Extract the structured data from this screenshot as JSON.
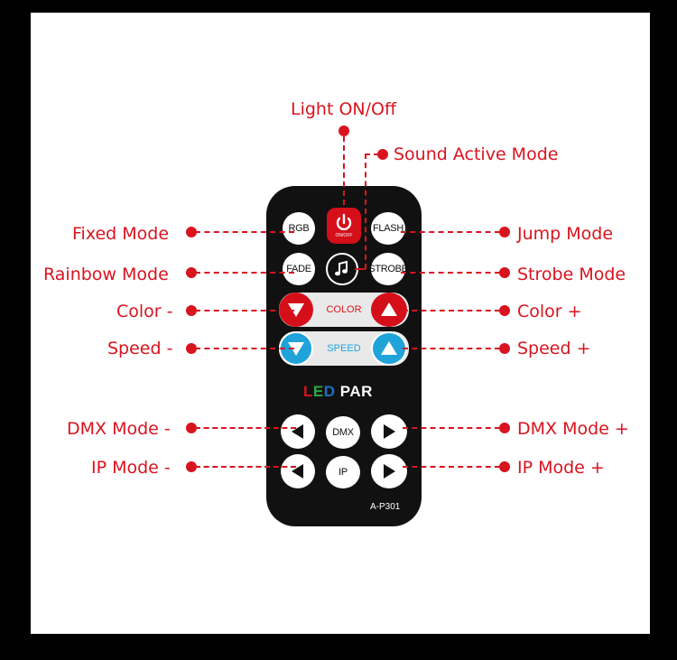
{
  "callouts": {
    "power": "Light ON/Off",
    "sound": "Sound Active Mode",
    "fixed": "Fixed Mode",
    "jump": "Jump Mode",
    "rainbow": "Rainbow Mode",
    "strobe": "Strobe Mode",
    "color_minus": "Color -",
    "color_plus": "Color +",
    "speed_minus": "Speed -",
    "speed_plus": "Speed +",
    "dmx_minus": "DMX Mode -",
    "dmx_plus": "DMX Mode +",
    "ip_minus": "IP Mode -",
    "ip_plus": "IP Mode +"
  },
  "remote": {
    "rgb": "RGB",
    "onoff": "ON/OFF",
    "flash": "FLASH",
    "fade": "FADE",
    "strobe": "STROBE",
    "color": "COLOR",
    "speed": "SPEED",
    "logo_l": "L",
    "logo_e": "E",
    "logo_d": "D",
    "logo_par": " PAR",
    "dmx": "DMX",
    "ip": "IP",
    "model": "A-P301"
  },
  "colors": {
    "accent_red": "#d8141f",
    "button_red": "#d40f1a",
    "button_blue": "#1fa3d9",
    "logo_green": "#2ca845",
    "logo_blue": "#1f6fc4"
  },
  "icons": [
    "power-icon",
    "music-note-icon",
    "triangle-down-icon",
    "triangle-up-icon",
    "triangle-left-icon",
    "triangle-right-icon"
  ]
}
